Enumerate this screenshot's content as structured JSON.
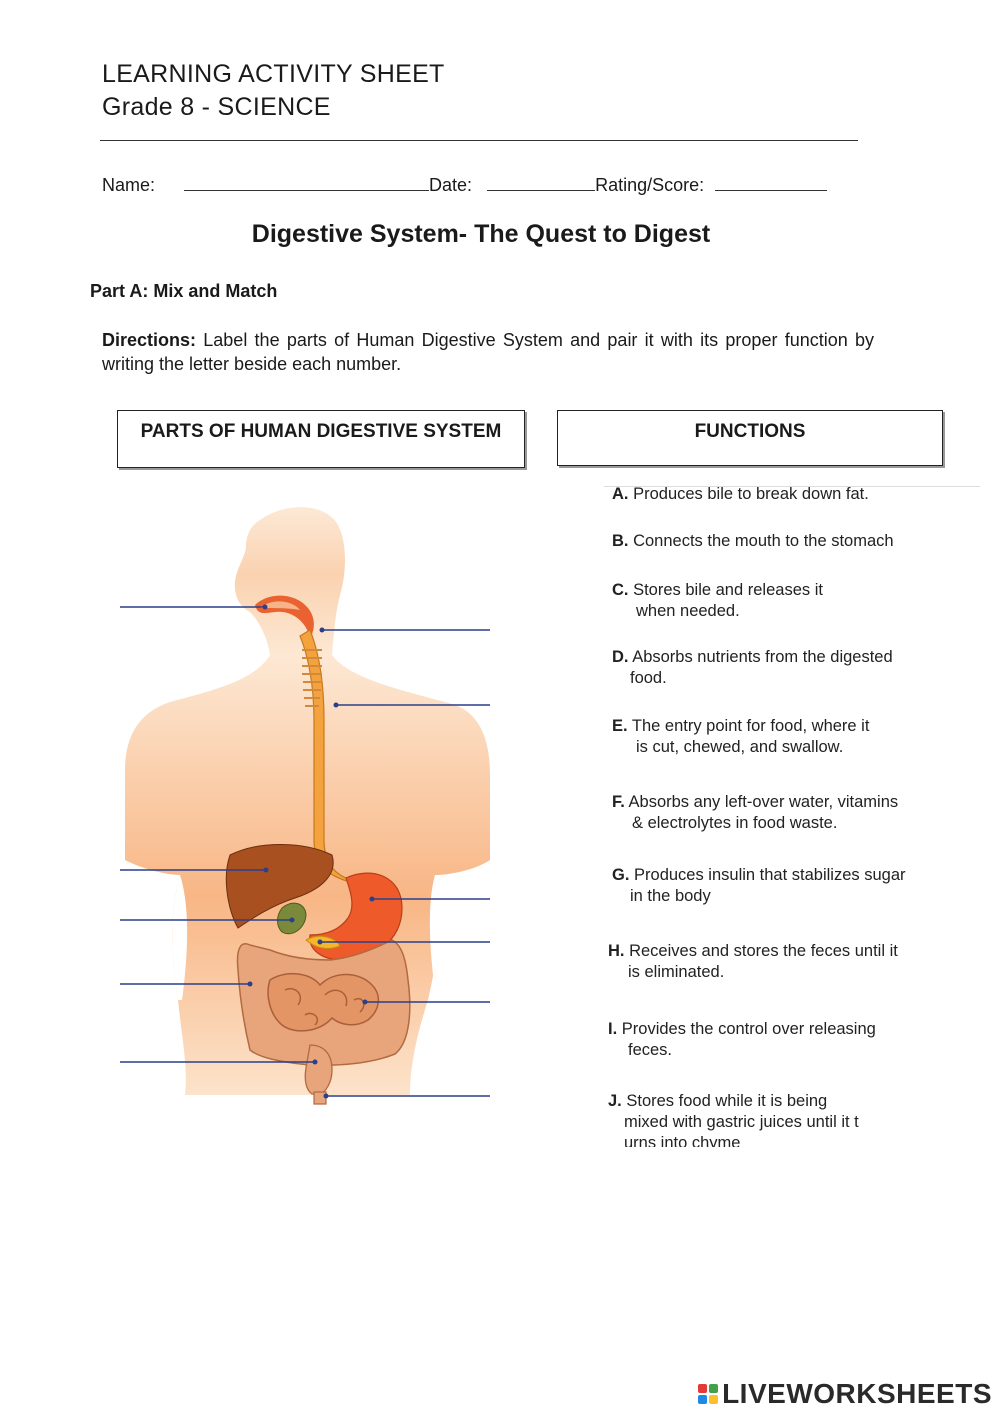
{
  "header": {
    "line1": "LEARNING ACTIVITY SHEET",
    "line2": "Grade 8 - SCIENCE"
  },
  "info": {
    "name_label": "Name:",
    "date_label": "Date:",
    "rating_label": "Rating/Score:"
  },
  "title": "Digestive System- The Quest to Digest",
  "part_a": "Part A: Mix and Match",
  "directions": {
    "label": "Directions:",
    "text": " Label the parts of Human Digestive System and pair it with its proper function by writing the letter beside each number."
  },
  "boxes": {
    "parts": "PARTS OF HUMAN DIGESTIVE SYSTEM",
    "functions": "FUNCTIONS"
  },
  "functions": [
    {
      "letter": "A.",
      "line1": "Produces bile to break down fat.",
      "line2": ""
    },
    {
      "letter": "B.",
      "line1": "Connects the mouth to the stomach",
      "line2": ""
    },
    {
      "letter": "C.",
      "line1": "Stores bile and releases it",
      "line2": "when needed."
    },
    {
      "letter": "D.",
      "line1": "Absorbs nutrients from the digested",
      "line2": "food."
    },
    {
      "letter": "E.",
      "line1": "The entry point for food, where it",
      "line2": "is cut, chewed, and swallow."
    },
    {
      "letter": "F.",
      "line1": "Absorbs any left-over water, vitamins",
      "line2": "& electrolytes in food waste."
    },
    {
      "letter": "G.",
      "line1": "Produces insulin that stabilizes sugar",
      "line2": "in the body"
    },
    {
      "letter": "H.",
      "line1": "Receives and stores the feces until it",
      "line2": "is eliminated."
    },
    {
      "letter": "I.",
      "line1": "Provides the control over releasing",
      "line2": "feces."
    },
    {
      "letter": "J.",
      "line1": "Stores food while it is being",
      "line2": "mixed with gastric juices until it t",
      "line3": "urns into chyme"
    }
  ],
  "watermark": {
    "text": "LIVEWORKSHEETS",
    "colors": [
      "#e53935",
      "#43a047",
      "#1e88e5",
      "#fbc02d"
    ]
  },
  "colors": {
    "skin_light": "#fde6cf",
    "skin_mid": "#f7b988",
    "esophagus": "#f3a23d",
    "stomach": "#ee5a2a",
    "liver": "#a8501f",
    "gallbladder": "#7a8a3a",
    "intestine": "#e8a47a",
    "label_line": "#2b3f8a"
  }
}
